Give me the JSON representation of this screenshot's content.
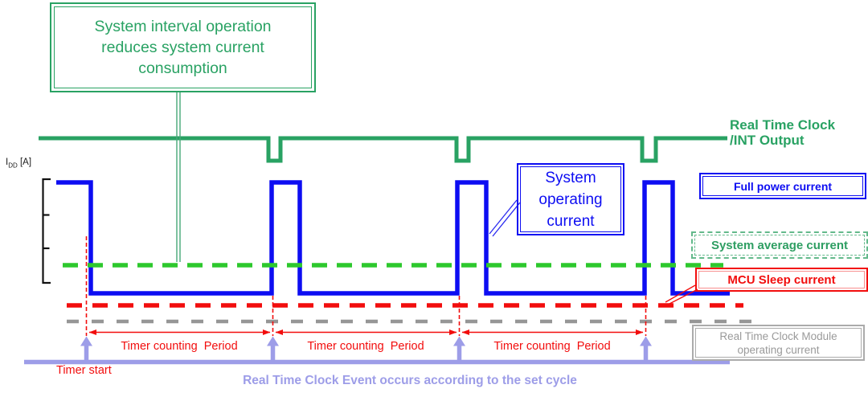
{
  "palette": {
    "rtc_line_green": "#29A263",
    "average_dash_green": "#2DC82D",
    "waveform_blue": "#0D0DF2",
    "annotation_red": "#F20D0D",
    "module_dash_gray": "#969696",
    "event_lavender": "#9D9DE8"
  },
  "callout": {
    "lines": [
      "System interval operation",
      "reduces system current",
      "consumption"
    ]
  },
  "axis": {
    "quantity": "I",
    "subscript": "DD",
    "unit": "[A]"
  },
  "rtc_output": {
    "lines": [
      "Real Time Clock",
      "/INT Output"
    ]
  },
  "system_operating": {
    "lines": [
      "System",
      "operating",
      "current"
    ]
  },
  "legend": {
    "full_power": "Full power current",
    "system_average": "System average current",
    "mcu_sleep": "MCU Sleep current",
    "rtc_module_lines": [
      "Real Time Clock Module",
      "operating current"
    ]
  },
  "timeline": {
    "timer_start": "Timer start",
    "periods": [
      "Timer counting  Period",
      "Timer counting  Period",
      "Timer counting  Period"
    ],
    "rtc_event": "Real Time Clock Event occurs according to the set cycle"
  }
}
